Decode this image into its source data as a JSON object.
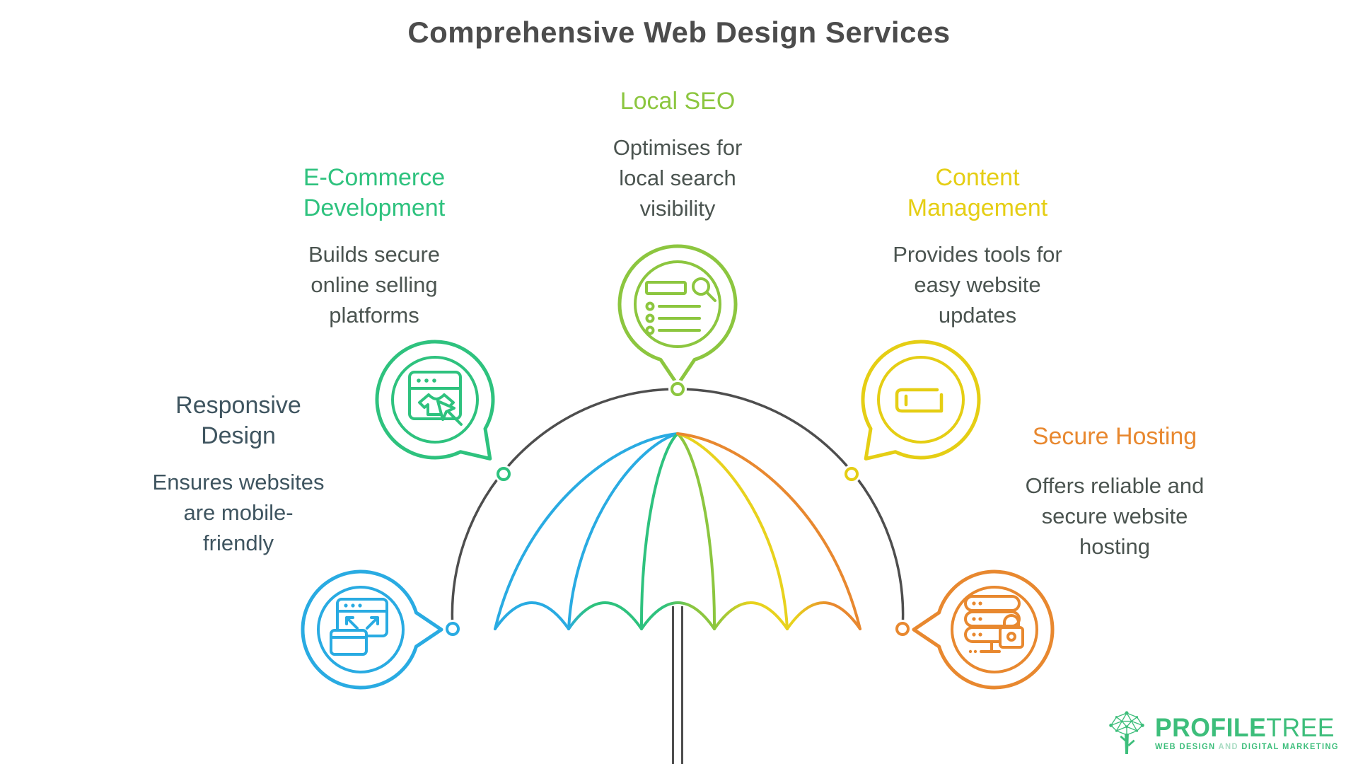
{
  "title": "Comprehensive Web Design Services",
  "palette": {
    "blue": "#29abe2",
    "green": "#2ec27e",
    "lime": "#8cc63f",
    "yellow": "#e5ce14",
    "umbrella_yellow": "#e8d21d",
    "orange": "#e8882f",
    "arc_gray": "#4e4e4e",
    "title_text": "#4c4c4c",
    "body_text": "#4b5450",
    "responsive_text": "#3f5560",
    "white": "#ffffff",
    "brand_green": "#3dbe7b",
    "brand_green_light": "#a9dcc3"
  },
  "services": {
    "local_seo": {
      "label": "Local SEO",
      "label_lines": [
        "Local SEO"
      ],
      "desc": "Optimises for local search visibility",
      "desc_lines": [
        "Optimises for",
        "local search",
        "visibility"
      ],
      "icon": "search-list-icon"
    },
    "ecommerce": {
      "label": "E-Commerce Development",
      "label_lines": [
        "E-Commerce",
        "Development"
      ],
      "desc": "Builds secure online selling platforms",
      "desc_lines": [
        "Builds secure",
        "online selling",
        "platforms"
      ],
      "icon": "online-store-icon"
    },
    "content": {
      "label": "Content Management",
      "label_lines": [
        "Content",
        "Management"
      ],
      "desc": "Provides tools for easy website updates",
      "desc_lines": [
        "Provides tools for",
        "easy website",
        "updates"
      ],
      "icon": "content-editor-icon"
    },
    "responsive": {
      "label": "Responsive Design",
      "label_lines": [
        "Responsive",
        "Design"
      ],
      "desc": "Ensures websites are mobile-friendly",
      "desc_lines": [
        "Ensures websites",
        "are mobile-",
        "friendly"
      ],
      "icon": "responsive-layout-icon"
    },
    "hosting": {
      "label": "Secure Hosting",
      "label_lines": [
        "Secure Hosting"
      ],
      "desc": "Offers reliable and secure website hosting",
      "desc_lines": [
        "Offers reliable and",
        "secure website",
        "hosting"
      ],
      "icon": "secure-server-icon"
    }
  },
  "logo": {
    "brand_bold": "PROFILE",
    "brand_light": "TREE",
    "tagline_pre": "WEB DESIGN ",
    "tagline_and": "AND",
    "tagline_post": " DIGITAL MARKETING"
  }
}
